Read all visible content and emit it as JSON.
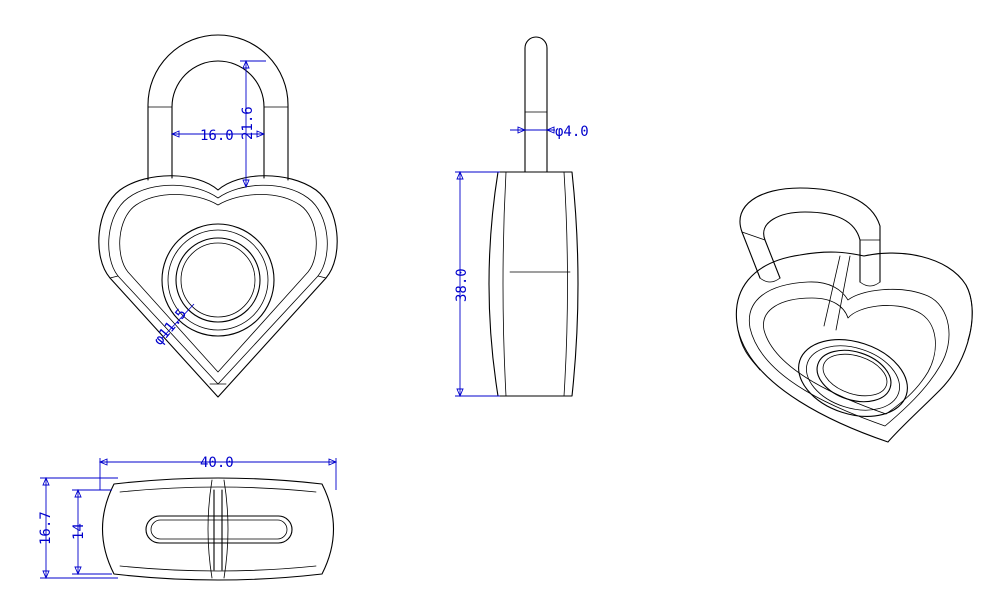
{
  "colors": {
    "background": "#ffffff",
    "outline": "#000000",
    "dimension": "#0000cc"
  },
  "views": {
    "front": {
      "dimensions": {
        "shackle_width": "16.0",
        "shackle_height": "21.6",
        "keyhole_diameter": "φ11.5"
      }
    },
    "side": {
      "dimensions": {
        "shackle_diameter": "φ4.0",
        "body_height": "38.0"
      }
    },
    "bottom": {
      "dimensions": {
        "overall_width": "40.0",
        "overall_thickness": "16.7",
        "body_thickness": "14"
      }
    },
    "isometric": {
      "icon": "heart-padlock-3d"
    }
  }
}
